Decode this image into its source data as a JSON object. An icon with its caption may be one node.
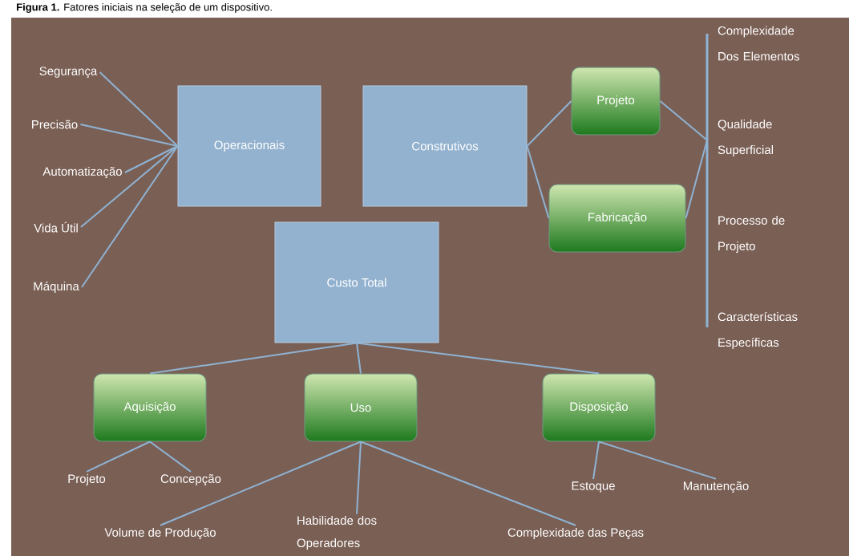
{
  "diagram": {
    "title": "**Figura 1.** Fatores iniciais na seleção de um dispositivo.",
    "nodes": [
      {
        "text": [
          "Operacionais"
        ]
      },
      {
        "text": [
          "Construtivos"
        ]
      },
      {
        "text": [
          "Projeto"
        ]
      },
      {
        "text": [
          "Fabricação"
        ]
      },
      {
        "text": [
          "Custo Total"
        ]
      },
      {
        "text": [
          "Aquisição"
        ]
      },
      {
        "text": [
          "Uso"
        ]
      },
      {
        "text": [
          "Disposição"
        ]
      },
      {
        "text": [
          "Segurança"
        ]
      },
      {
        "text": [
          "Precisão"
        ]
      },
      {
        "text": [
          "Automatização"
        ]
      },
      {
        "text": [
          "Vida Útil"
        ]
      },
      {
        "text": [
          "Máquina"
        ]
      },
      {
        "text": [
          "Complexidade Dos Elementos"
        ]
      },
      {
        "text": [
          "Qualidade Superficial"
        ]
      },
      {
        "text": [
          "Processo de Projeto"
        ]
      },
      {
        "text": [
          "Características Específicas"
        ]
      },
      {
        "text": [
          "Projeto"
        ]
      },
      {
        "text": [
          "Concepção"
        ]
      },
      {
        "text": [
          "Volume de Produção"
        ]
      },
      {
        "text": [
          "Habilidade dos Operadores"
        ]
      },
      {
        "text": [
          "Complexidade das Peças"
        ]
      },
      {
        "text": [
          "Estoque"
        ]
      },
      {
        "text": [
          "Manutenção"
        ]
      },
      {
        "text": [],
        "shape": "bar"
      }
    ],
    "edges": [
      {
        "from": 8,
        "to": 0,
        "arrow": "none"
      },
      {
        "from": 9,
        "to": 0,
        "arrow": "none"
      },
      {
        "from": 10,
        "to": 0,
        "arrow": "none"
      },
      {
        "from": 11,
        "to": 0,
        "arrow": "none"
      },
      {
        "from": 12,
        "to": 0,
        "arrow": "none"
      },
      {
        "from": 1,
        "to": 2,
        "arrow": "none"
      },
      {
        "from": 1,
        "to": 3,
        "arrow": "none"
      },
      {
        "from": 2,
        "to": 24,
        "arrow": "none"
      },
      {
        "from": 3,
        "to": 24,
        "arrow": "none"
      },
      {
        "from": 4,
        "to": 5,
        "arrow": "none"
      },
      {
        "from": 4,
        "to": 6,
        "arrow": "none"
      },
      {
        "from": 4,
        "to": 7,
        "arrow": "none"
      },
      {
        "from": 5,
        "to": 17,
        "arrow": "none"
      },
      {
        "from": 5,
        "to": 18,
        "arrow": "none"
      },
      {
        "from": 6,
        "to": 19,
        "arrow": "none"
      },
      {
        "from": 6,
        "to": 20,
        "arrow": "none"
      },
      {
        "from": 6,
        "to": 21,
        "arrow": "none"
      },
      {
        "from": 7,
        "to": 22,
        "arrow": "none"
      },
      {
        "from": 7,
        "to": 23,
        "arrow": "none"
      }
    ]
  }
}
